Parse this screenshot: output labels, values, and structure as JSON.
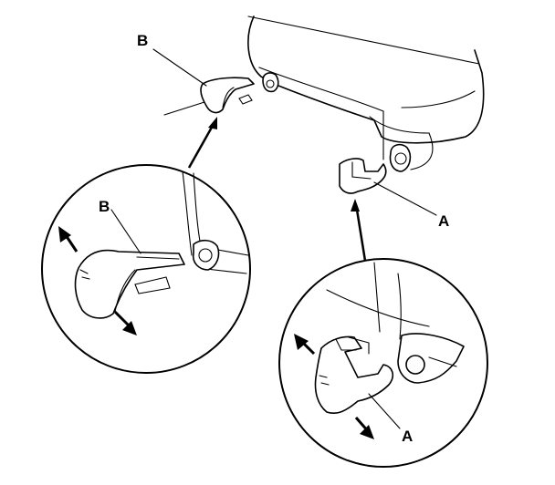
{
  "labels": {
    "b_top": "B",
    "a_main": "A",
    "b_detail": "B",
    "a_detail": "A"
  }
}
